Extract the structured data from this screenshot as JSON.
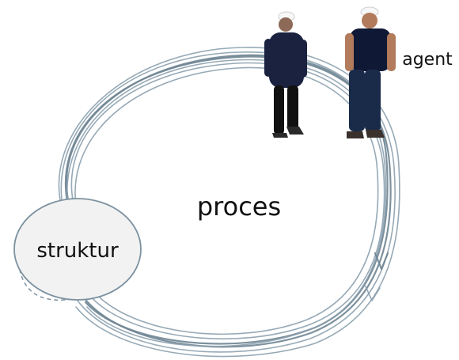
{
  "labels": {
    "agent": "agent",
    "process": "proces",
    "structure": "struktur"
  },
  "icons": {
    "workers": "two-workers-with-hard-hats"
  },
  "colors": {
    "loop": "#8ba0ae",
    "structure_fill": "#f2f2f2",
    "structure_stroke": "#7d92a0",
    "text": "#111111"
  }
}
